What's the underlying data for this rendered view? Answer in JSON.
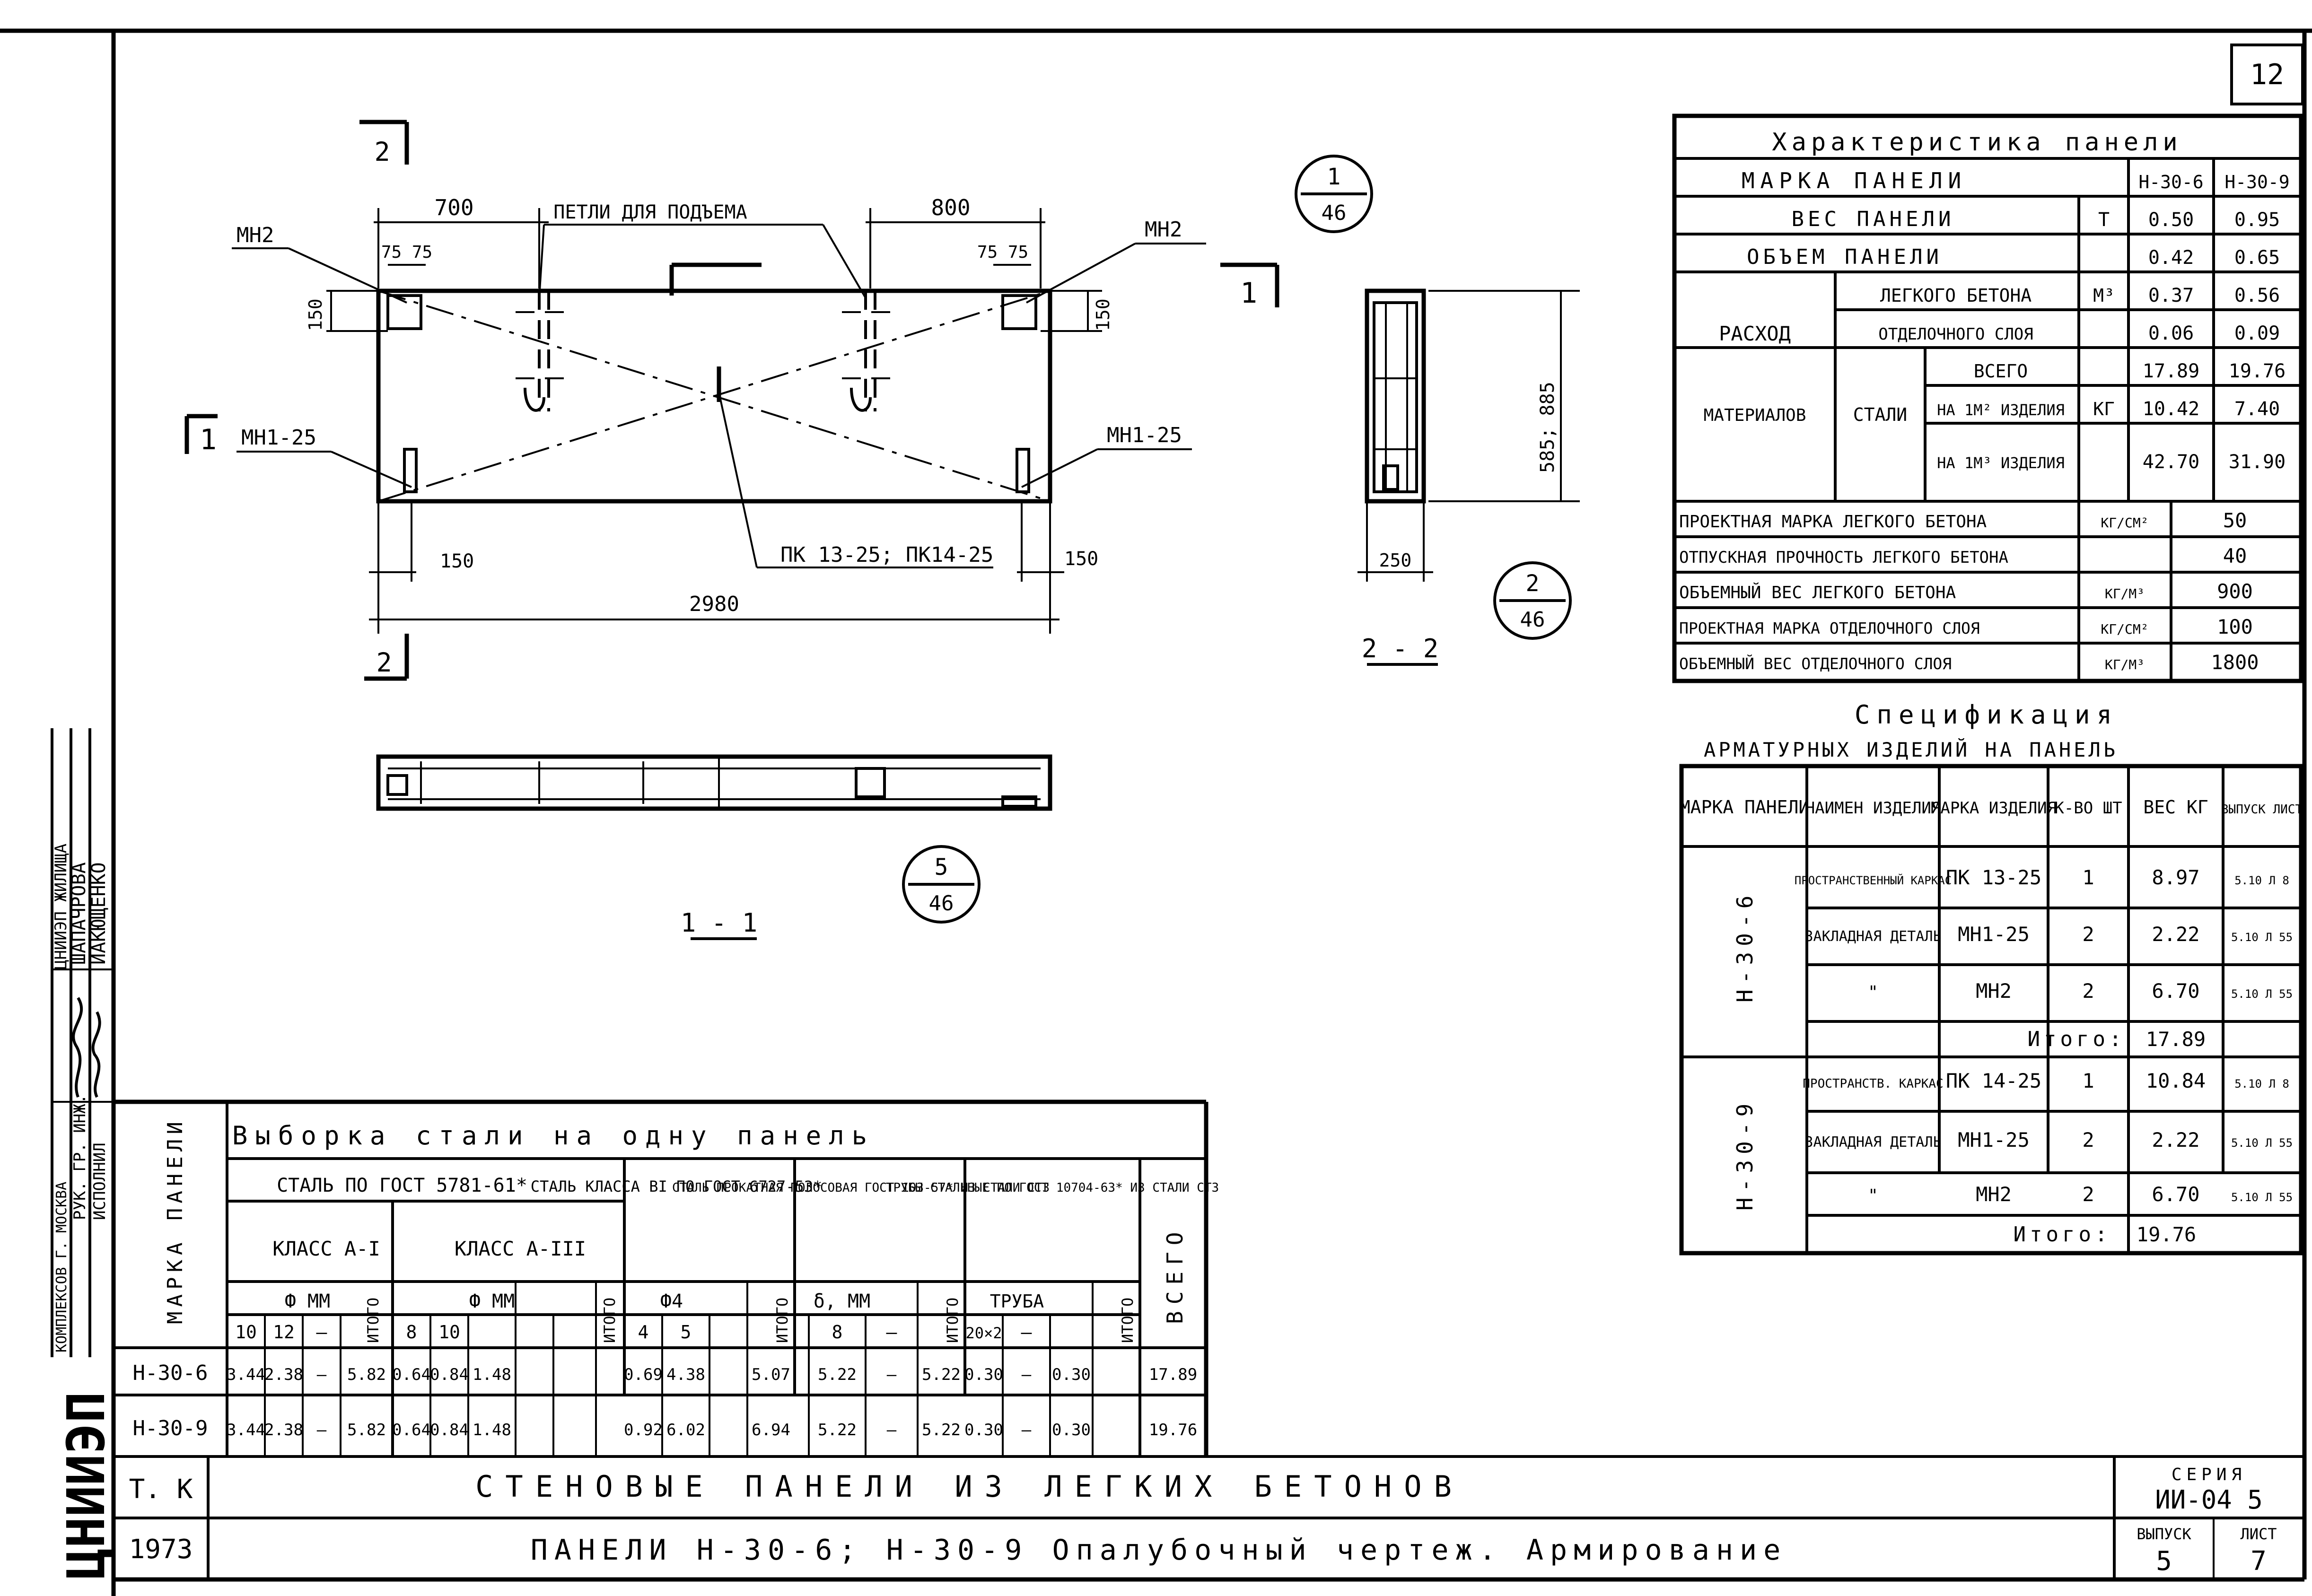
{
  "sheet_number": "12",
  "stamp": {
    "left_cols": [
      "РУК. ГР. ИНЖ.",
      "ИСПОЛНИЛ"
    ],
    "org": "ЦНИИЭП ЖИЛИЩА",
    "names": [
      "ШАПАЧРОВА",
      "ИАКЮЩЕНКО"
    ],
    "org2": "КОМПЛЕКСОВ Г. МОСКВА",
    "logo": "ЦНИИЭП"
  },
  "drawing": {
    "loops_label": "ПЕТЛИ ДЛЯ ПОДЪЕМА",
    "dim_700": "700",
    "dim_800": "800",
    "dim_75_75_left": "75 75",
    "dim_75_75_right": "75 75",
    "dim_150_left": "150",
    "dim_150_right": "150",
    "dim_150_bottom_left": "150",
    "dim_150_bottom_right": "150",
    "dim_2980": "2980",
    "dim_585": "585; 885",
    "dim_250": "250",
    "mn2_left": "МН2",
    "mn2_right": "МН2",
    "mn1_left": "МН1-25",
    "mn1_right": "МН1-25",
    "pk_label": "ПК 13-25; ПК14-25",
    "section_2_top": "2",
    "section_2_bottom": "2",
    "section_1_left": "1",
    "section_1_right": "1",
    "section_22": "2 - 2",
    "section_11": "1 - 1",
    "ref1_top": "1",
    "ref1_bottom": "46",
    "ref2_top": "2",
    "ref2_bottom": "46",
    "ref5_top": "5",
    "ref5_bottom": "46"
  },
  "characteristics": {
    "title": "Характеристика панели",
    "mark_label": "МАРКА ПАНЕЛИ",
    "col1": "Н-30-6",
    "col2": "Н-30-9",
    "rows": [
      {
        "label": "ВЕС ПАНЕЛИ",
        "unit": "Т",
        "v1": "0.50",
        "v2": "0.95"
      },
      {
        "label": "ОБЪЕМ ПАНЕЛИ",
        "unit": "",
        "v1": "0.42",
        "v2": "0.65"
      },
      {
        "label": "ЛЕГКОГО БЕТОНА",
        "unit": "М³",
        "v1": "0.37",
        "v2": "0.56"
      },
      {
        "label": "ОТДЕЛОЧНОГО СЛОЯ",
        "unit": "",
        "v1": "0.06",
        "v2": "0.09"
      },
      {
        "label": "ВСЕГО",
        "unit": "",
        "v1": "17.89",
        "v2": "19.76"
      },
      {
        "label": "НА 1М² ИЗДЕЛИЯ",
        "unit": "КГ",
        "v1": "10.42",
        "v2": "7.40"
      },
      {
        "label": "НА 1М³ ИЗДЕЛИЯ",
        "unit": "",
        "v1": "42.70",
        "v2": "31.90"
      }
    ],
    "rashod": "РАСХОД",
    "materialov": "МАТЕРИАЛОВ",
    "stali": "СТАЛИ",
    "wide_rows": [
      {
        "label": "ПРОЕКТНАЯ МАРКА ЛЕГКОГО БЕТОНА",
        "unit": "КГ/СМ²",
        "value": "50"
      },
      {
        "label": "ОТПУСКНАЯ ПРОЧНОСТЬ ЛЕГКОГО БЕТОНА",
        "unit": "",
        "value": "40"
      },
      {
        "label": "ОБЪЕМНЫЙ ВЕС ЛЕГКОГО БЕТОНА",
        "unit": "КГ/М³",
        "value": "900"
      },
      {
        "label": "ПРОЕКТНАЯ МАРКА ОТДЕЛОЧНОГО СЛОЯ",
        "unit": "КГ/СМ²",
        "value": "100"
      },
      {
        "label": "ОБЪЕМНЫЙ ВЕС ОТДЕЛОЧНОГО СЛОЯ",
        "unit": "КГ/М³",
        "value": "1800"
      }
    ]
  },
  "specification": {
    "title1": "Спецификация",
    "title2": "АРМАТУРНЫХ ИЗДЕЛИЙ НА ПАНЕЛЬ",
    "headers": [
      "МАРКА ПАНЕЛИ",
      "НАИМЕН ИЗДЕЛИЯ",
      "МАРКА ИЗДЕЛИЯ",
      "К-ВО ШТ",
      "ВЕС КГ",
      "ВЫПУСК ЛИСТ"
    ],
    "groups": [
      {
        "panel": "Н-30-6",
        "rows": [
          {
            "name": "ПРОСТРАНСТВЕННЫЙ КАРКАС",
            "mark": "ПК 13-25",
            "qty": "1",
            "weight": "8.97",
            "ref": "5.10 Л 8"
          },
          {
            "name": "ЗАКЛАДНАЯ ДЕТАЛЬ",
            "mark": "МН1-25",
            "qty": "2",
            "weight": "2.22",
            "ref": "5.10 Л 55"
          },
          {
            "name": "\"",
            "mark": "МН2",
            "qty": "2",
            "weight": "6.70",
            "ref": "5.10 Л 55"
          }
        ],
        "total_label": "Итого:",
        "total": "17.89"
      },
      {
        "panel": "Н-30-9",
        "rows": [
          {
            "name": "ПРОСТРАНСТВ. КАРКАС",
            "mark": "ПК 14-25",
            "qty": "1",
            "weight": "10.84",
            "ref": "5.10 Л 8"
          },
          {
            "name": "ЗАКЛАДНАЯ ДЕТАЛЬ",
            "mark": "МН1-25",
            "qty": "2",
            "weight": "2.22",
            "ref": "5.10 Л 55"
          },
          {
            "name": "\"",
            "mark": "МН2",
            "qty": "2",
            "weight": "6.70",
            "ref": "5.10 Л 55"
          }
        ],
        "total_label": "Итого:",
        "total": "19.76"
      }
    ]
  },
  "steel": {
    "title": "Выборка стали на одну панель",
    "marka_header": "МАРКА ПАНЕЛИ",
    "group1": "СТАЛЬ ПО ГОСТ 5781-61*",
    "class_a1": "КЛАСС А-I",
    "class_a3": "КЛАСС А-III",
    "phi_mm": "Ф ММ",
    "group2": "СТАЛЬ КЛАССА ВI ПО ГОСТ 6727-53*",
    "phi4": "Ф4",
    "group3": "СТАЛЬ ПРОКАТНАЯ ПОЛОСОВАЯ ГОСТ 103-57* ИЗ СТАЛИ СТ3",
    "delta_mm": "δ, ММ",
    "group4": "ТРУБЫ СТАЛЬНЫЕ ПО ГОСТ 10704-63* ИЗ СТАЛИ СТ3",
    "truba": "ТРУБА",
    "itogo": "ИТОГО",
    "vsego": "ВСЕГО",
    "subheads": [
      "10",
      "12",
      "—",
      "",
      "8",
      "10",
      "",
      "4",
      "5",
      "",
      "8",
      "—",
      "",
      "20×2",
      "—",
      "",
      ""
    ],
    "rows": [
      {
        "mark": "Н-30-6",
        "cells": [
          "3.44",
          "2.38",
          "—",
          "5.82",
          "0.64",
          "0.84",
          "1.48",
          "0.69",
          "4.38",
          "5.07",
          "5.22",
          "—",
          "5.22",
          "0.30",
          "—",
          "0.30",
          "17.89"
        ]
      },
      {
        "mark": "Н-30-9",
        "cells": [
          "3.44",
          "2.38",
          "—",
          "5.82",
          "0.64",
          "0.84",
          "1.48",
          "0.92",
          "6.02",
          "6.94",
          "5.22",
          "—",
          "5.22",
          "0.30",
          "—",
          "0.30",
          "19.76"
        ]
      }
    ]
  },
  "title_block": {
    "tk": "Т. К",
    "year": "1973",
    "line1": "СТЕНОВЫЕ ПАНЕЛИ ИЗ ЛЕГКИХ БЕТОНОВ",
    "line2": "ПАНЕЛИ Н-30-6; Н-30-9 Опалубочный чертеж. Армирование",
    "seria_label": "СЕРИЯ",
    "seria_value": "ИИ-04 5",
    "vypusk_label": "ВЫПУСК",
    "vypusk_value": "5",
    "list_label": "ЛИСТ",
    "list_value": "7"
  }
}
